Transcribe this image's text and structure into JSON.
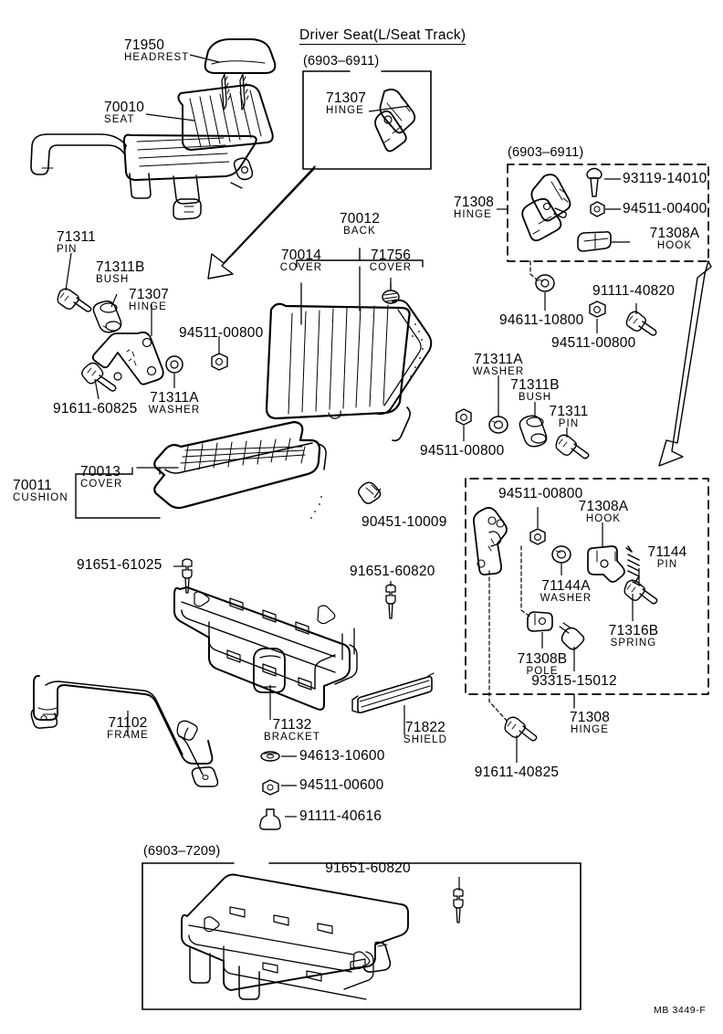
{
  "document": {
    "title": "Driver Seat(L/Seat Track)",
    "footer_code": "MB 3449-F"
  },
  "ranges": {
    "top_inset": "(6903–6911)",
    "right_inset": "(6903–6911)",
    "bottom_inset": "(6903–7209)"
  },
  "callouts": [
    {
      "id": "headrest",
      "number": "71950",
      "name": "HEADREST"
    },
    {
      "id": "seat",
      "number": "70010",
      "name": "SEAT"
    },
    {
      "id": "hinge_inset_top",
      "number": "71307",
      "name": "HINGE"
    },
    {
      "id": "pin_71311_left",
      "number": "71311",
      "name": "PIN"
    },
    {
      "id": "bush_71311b_left",
      "number": "71311B",
      "name": "BUSH"
    },
    {
      "id": "hinge_71307_left",
      "number": "71307",
      "name": "HINGE"
    },
    {
      "id": "washer_71311a_l",
      "number": "71311A",
      "name": "WASHER"
    },
    {
      "id": "nut_94511_left",
      "number": "94511-00800",
      "name": ""
    },
    {
      "id": "bolt_91611_left",
      "number": "91611-60825",
      "name": ""
    },
    {
      "id": "back",
      "number": "70012",
      "name": "BACK"
    },
    {
      "id": "cover_70014",
      "number": "70014",
      "name": "COVER"
    },
    {
      "id": "cover_71756",
      "number": "71756",
      "name": "COVER"
    },
    {
      "id": "cushion",
      "number": "70011",
      "name": "CUSHION"
    },
    {
      "id": "cover_70013",
      "number": "70013",
      "name": "COVER"
    },
    {
      "id": "clip_90451",
      "number": "90451-10009",
      "name": ""
    },
    {
      "id": "bolt_91651_61025",
      "number": "91651-61025",
      "name": ""
    },
    {
      "id": "bolt_91651_60820",
      "number": "91651-60820",
      "name": ""
    },
    {
      "id": "frame",
      "number": "71102",
      "name": "FRAME"
    },
    {
      "id": "bracket",
      "number": "71132",
      "name": "BRACKET"
    },
    {
      "id": "shield",
      "number": "71822",
      "name": "SHIELD"
    },
    {
      "id": "nut_94613_10600",
      "number": "94613-10600",
      "name": ""
    },
    {
      "id": "nut_94511_00600",
      "number": "94511-00600",
      "name": ""
    },
    {
      "id": "bolt_91111_40616",
      "number": "91111-40616",
      "name": ""
    },
    {
      "id": "hinge_71308_r",
      "number": "71308",
      "name": "HINGE"
    },
    {
      "id": "screw_93119",
      "number": "93119-14010",
      "name": ""
    },
    {
      "id": "nut_94511_00400",
      "number": "94511-00400",
      "name": ""
    },
    {
      "id": "hook_71308a_top",
      "number": "71308A",
      "name": "HOOK"
    },
    {
      "id": "washer_94611",
      "number": "94611-10800",
      "name": ""
    },
    {
      "id": "nut_94511_r",
      "number": "94511-00800",
      "name": ""
    },
    {
      "id": "bolt_91111_40820",
      "number": "91111-40820",
      "name": ""
    },
    {
      "id": "washer_71311a_r",
      "number": "71311A",
      "name": "WASHER"
    },
    {
      "id": "bush_71311b_r",
      "number": "71311B",
      "name": "BUSH"
    },
    {
      "id": "pin_71311_r",
      "number": "71311",
      "name": "PIN"
    },
    {
      "id": "nut_94511_mid",
      "number": "94511-00800",
      "name": ""
    },
    {
      "id": "nut_94511_low",
      "number": "94511-00800",
      "name": ""
    },
    {
      "id": "hook_71308a_low",
      "number": "71308A",
      "name": "HOOK"
    },
    {
      "id": "washer_71144a",
      "number": "71144A",
      "name": "WASHER"
    },
    {
      "id": "pin_71144",
      "number": "71144",
      "name": "PIN"
    },
    {
      "id": "spring_71316b",
      "number": "71316B",
      "name": "SPRING"
    },
    {
      "id": "pole_71308b",
      "number": "71308B",
      "name": "POLE"
    },
    {
      "id": "bolt_93315",
      "number": "93315-15012",
      "name": ""
    },
    {
      "id": "hinge_71308_low",
      "number": "71308",
      "name": "HINGE"
    },
    {
      "id": "bolt_91611_40825",
      "number": "91611-40825",
      "name": ""
    },
    {
      "id": "bolt_91651_60820_b",
      "number": "91651-60820",
      "name": ""
    }
  ]
}
